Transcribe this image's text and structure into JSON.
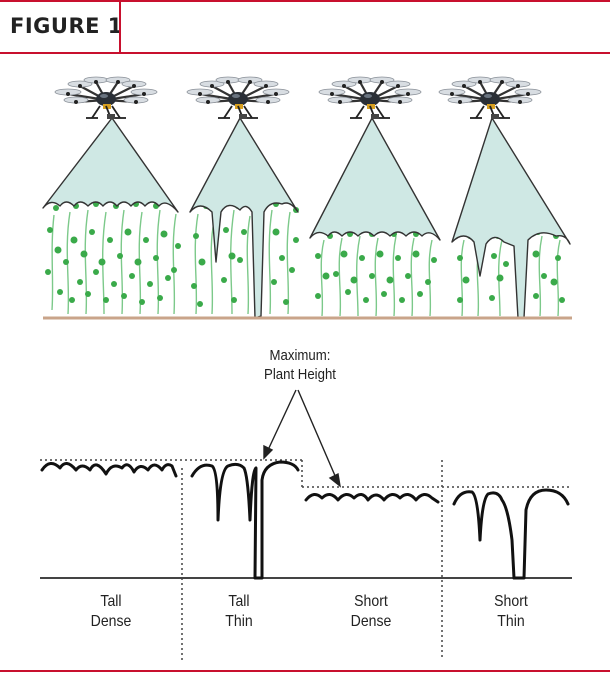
{
  "figure_title": "FIGURE 1",
  "annotation": {
    "line1": "Maximum:",
    "line2": "Plant Height"
  },
  "categories": [
    {
      "line1": "Tall",
      "line2": "Dense"
    },
    {
      "line1": "Tall",
      "line2": "Thin"
    },
    {
      "line1": "Short",
      "line2": "Dense"
    },
    {
      "line1": "Short",
      "line2": "Thin"
    }
  ],
  "colors": {
    "accent": "#c8102e",
    "beam": "#cfe8e4",
    "foliage": "#3aaa4a",
    "stem": "#7cc98a",
    "ground": "#c9a48a",
    "profile": "#111111"
  },
  "icons": [
    "drone-icon"
  ]
}
